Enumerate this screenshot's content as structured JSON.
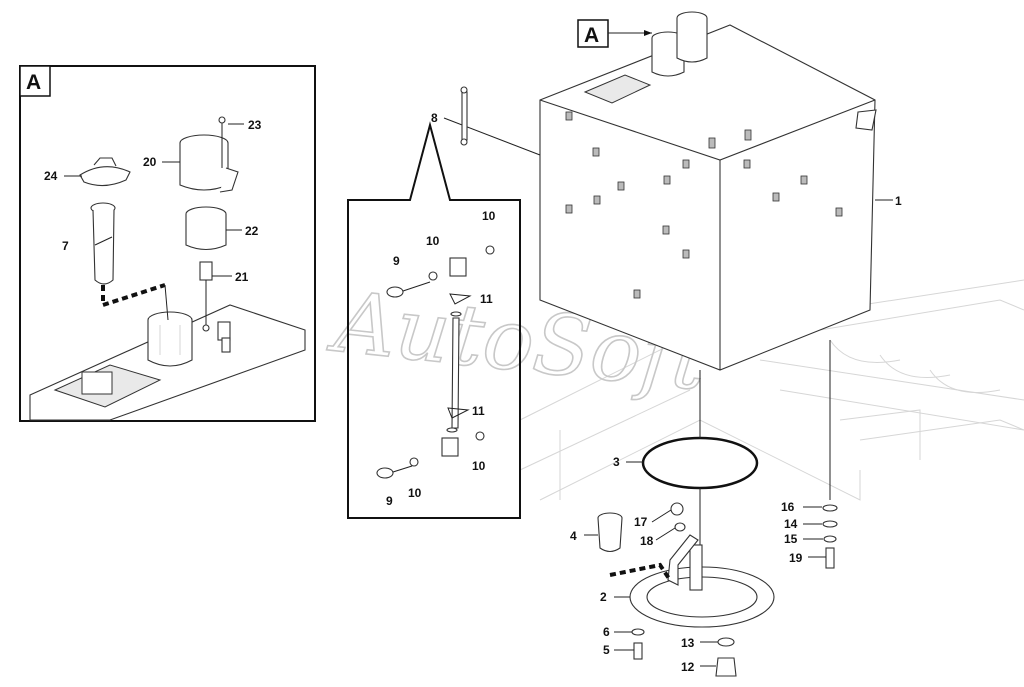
{
  "watermark": "AutoSoft",
  "detail_label": "A",
  "callouts": [
    {
      "id": "c1",
      "text": "1"
    },
    {
      "id": "c2",
      "text": "2"
    },
    {
      "id": "c3",
      "text": "3"
    },
    {
      "id": "c4",
      "text": "4"
    },
    {
      "id": "c5",
      "text": "5"
    },
    {
      "id": "c6",
      "text": "6"
    },
    {
      "id": "c7",
      "text": "7"
    },
    {
      "id": "c8",
      "text": "8"
    },
    {
      "id": "c9a",
      "text": "9"
    },
    {
      "id": "c9b",
      "text": "9"
    },
    {
      "id": "c10a",
      "text": "10"
    },
    {
      "id": "c10b",
      "text": "10"
    },
    {
      "id": "c10c",
      "text": "10"
    },
    {
      "id": "c10d",
      "text": "10"
    },
    {
      "id": "c11a",
      "text": "11"
    },
    {
      "id": "c11b",
      "text": "11"
    },
    {
      "id": "c12",
      "text": "12"
    },
    {
      "id": "c13",
      "text": "13"
    },
    {
      "id": "c14",
      "text": "14"
    },
    {
      "id": "c15",
      "text": "15"
    },
    {
      "id": "c16",
      "text": "16"
    },
    {
      "id": "c17",
      "text": "17"
    },
    {
      "id": "c18",
      "text": "18"
    },
    {
      "id": "c19",
      "text": "19"
    },
    {
      "id": "c20",
      "text": "20"
    },
    {
      "id": "c21",
      "text": "21"
    },
    {
      "id": "c22",
      "text": "22"
    },
    {
      "id": "c23",
      "text": "23"
    },
    {
      "id": "c24",
      "text": "24"
    }
  ]
}
